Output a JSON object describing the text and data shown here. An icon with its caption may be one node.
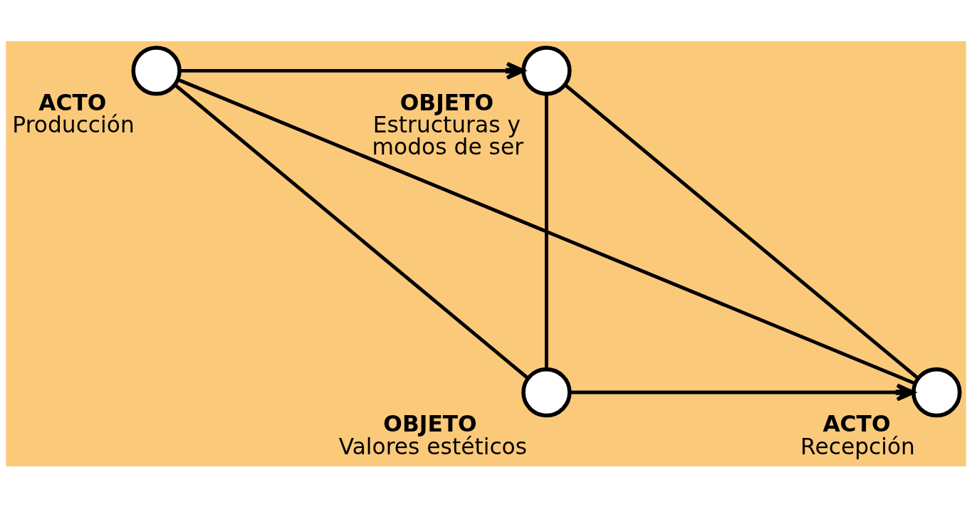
{
  "diagram": {
    "nodes": [
      {
        "text": [
          "ACTO",
          "Producción"
        ]
      },
      {
        "text": [
          "OBJETO",
          "Estructuras y modos de ser"
        ]
      },
      {
        "text": [
          "OBJETO",
          "Valores estéticos"
        ]
      },
      {
        "text": [
          "ACTO",
          "Recepción"
        ]
      }
    ],
    "edges": [
      {
        "from": 0,
        "to": 1,
        "arrow": "to"
      },
      {
        "from": 0,
        "to": 2,
        "arrow": "none"
      },
      {
        "from": 0,
        "to": 3,
        "arrow": "none"
      },
      {
        "from": 1,
        "to": 2,
        "arrow": "none"
      },
      {
        "from": 1,
        "to": 3,
        "arrow": "none"
      },
      {
        "from": 2,
        "to": 3,
        "arrow": "to"
      }
    ]
  }
}
